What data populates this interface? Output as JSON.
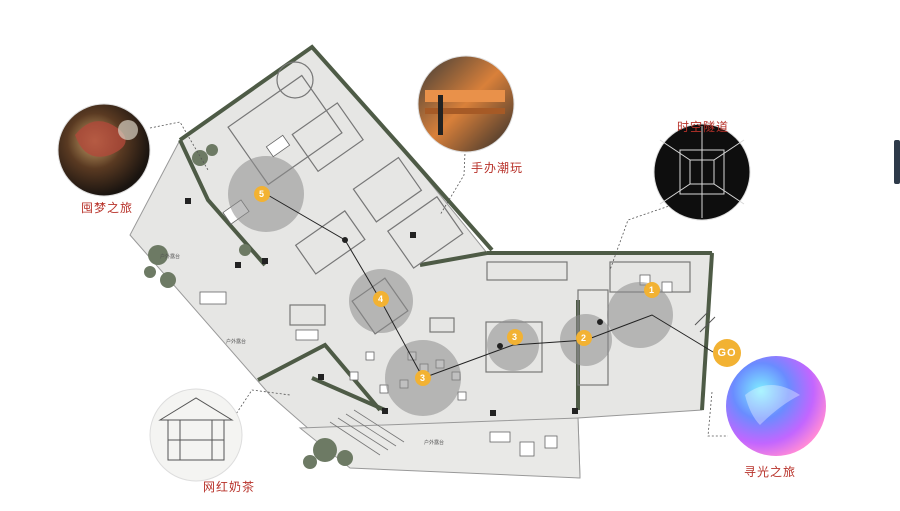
{
  "diagram": {
    "callouts": {
      "dream": "囤梦之旅",
      "figure": "手办潮玩",
      "tunnel": "时空隧道",
      "teahouse": "网红奶茶",
      "light": "寻光之旅"
    },
    "go_label": "GO",
    "markers": [
      "1",
      "2",
      "3",
      "3",
      "4",
      "5"
    ],
    "room_labels": [
      "户外露台",
      "户外露台",
      "户外露台"
    ],
    "colors": {
      "wall": "#4e5b46",
      "floor": "#e6e6e4",
      "zone": "#8c8c8c",
      "marker": "#f2b233",
      "label_red": "#b8322a"
    }
  }
}
